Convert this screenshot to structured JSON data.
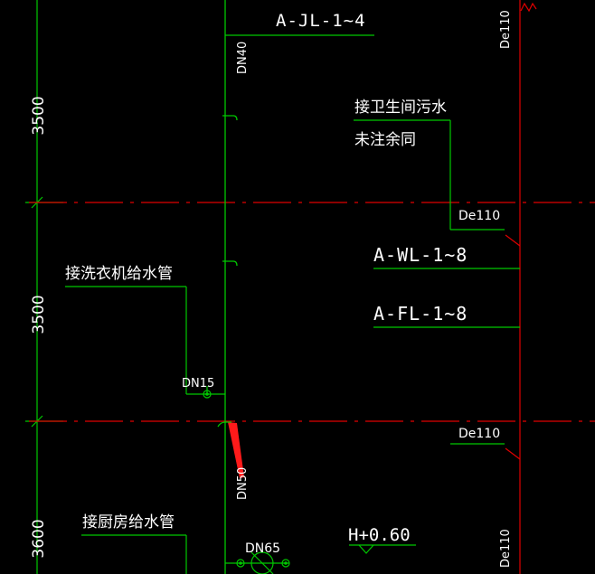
{
  "colors": {
    "background": "#000000",
    "pipe_green": "#00c800",
    "axis_red": "#e00000",
    "white": "#ffffff",
    "marker_red": "#ff1a1a"
  },
  "labels": {
    "jl_riser": "A-JL-1~4",
    "wl_riser": "A-WL-1~8",
    "fl_riser": "A-FL-1~8",
    "bathroom_note_1": "接卫生间污水",
    "bathroom_note_2": "未注余同",
    "washer_note": "接洗衣机给水管",
    "kitchen_note": "接厨房给水管",
    "elevation": "H+0.60"
  },
  "pipe_sizes": {
    "dn40": "DN40",
    "dn15": "DN15",
    "dn50": "DN50",
    "dn65": "DN65",
    "de110_top": "De110",
    "de110_mid1": "De110",
    "de110_mid2": "De110",
    "de110_bottom": "De110"
  },
  "dimensions": {
    "floor_upper": "3500",
    "floor_middle": "3500",
    "floor_lower": "3600"
  }
}
